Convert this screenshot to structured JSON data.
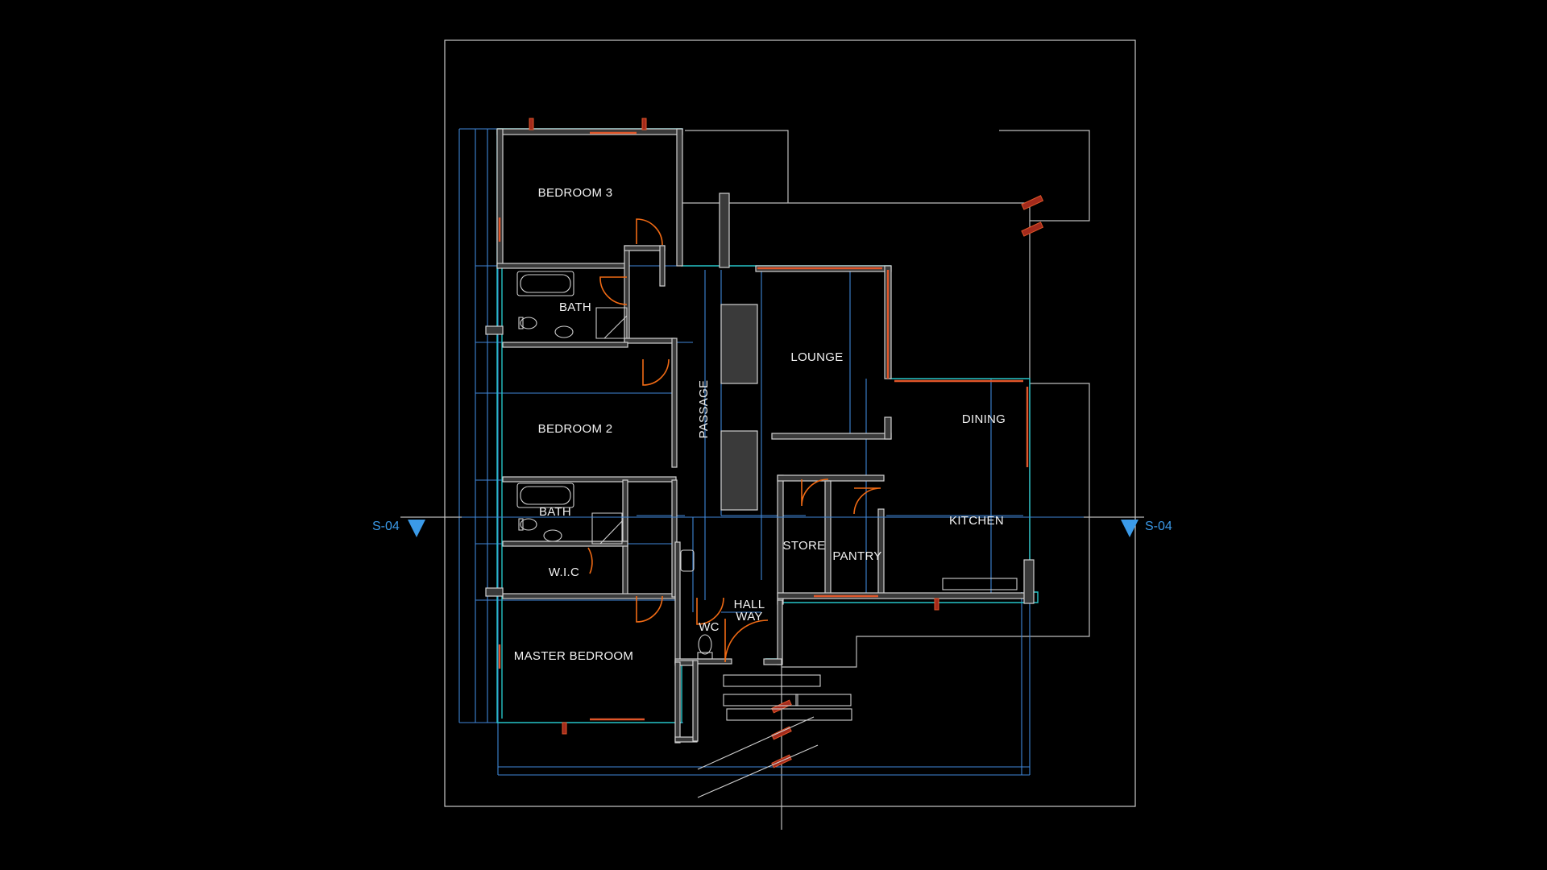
{
  "drawing": {
    "rooms": {
      "bedroom3": "BEDROOM 3",
      "bath_upper": "BATH",
      "bedroom2": "BEDROOM 2",
      "bath_lower": "BATH",
      "wic": "W.I.C",
      "master_bedroom": "MASTER BEDROOM",
      "passage": "PASSAGE",
      "lounge": "LOUNGE",
      "dining": "DINING",
      "kitchen": "KITCHEN",
      "store": "STORE",
      "pantry": "PANTRY",
      "hall_line1": "HALL",
      "hall_line2": "WAY",
      "wc": "WC"
    },
    "section_marks": {
      "left": "S-04",
      "right": "S-04"
    },
    "colors": {
      "background": "#000000",
      "walls": "#d0d0d0",
      "doors": "#f06a14",
      "grid_lines": "#3f86d8",
      "outer_wall": "#25c4c8",
      "section_marker": "#3b9ae8"
    }
  }
}
